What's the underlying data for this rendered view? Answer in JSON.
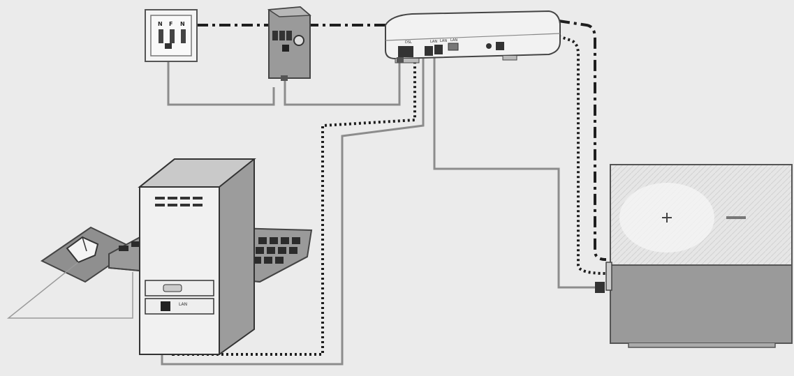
{
  "wall_socket": {
    "labels": [
      "N",
      "F",
      "N"
    ]
  },
  "router": {
    "ports": [
      "DSL",
      "LAN",
      "LAN",
      "LAN"
    ]
  },
  "pc_tower": {
    "port_label": "LAN"
  },
  "cables": {
    "phone_line": {
      "style": "solid-gray",
      "color": "#8c8c8c"
    },
    "dsl_line": {
      "style": "dash-dot",
      "color": "#1e1e1e"
    },
    "lan_line": {
      "style": "dotted",
      "color": "#1e1e1e"
    }
  },
  "colors": {
    "background": "#ebebeb",
    "device_fill": "#f1f1f1",
    "device_stroke": "#555555",
    "dark_device": "#8f8f8f"
  }
}
